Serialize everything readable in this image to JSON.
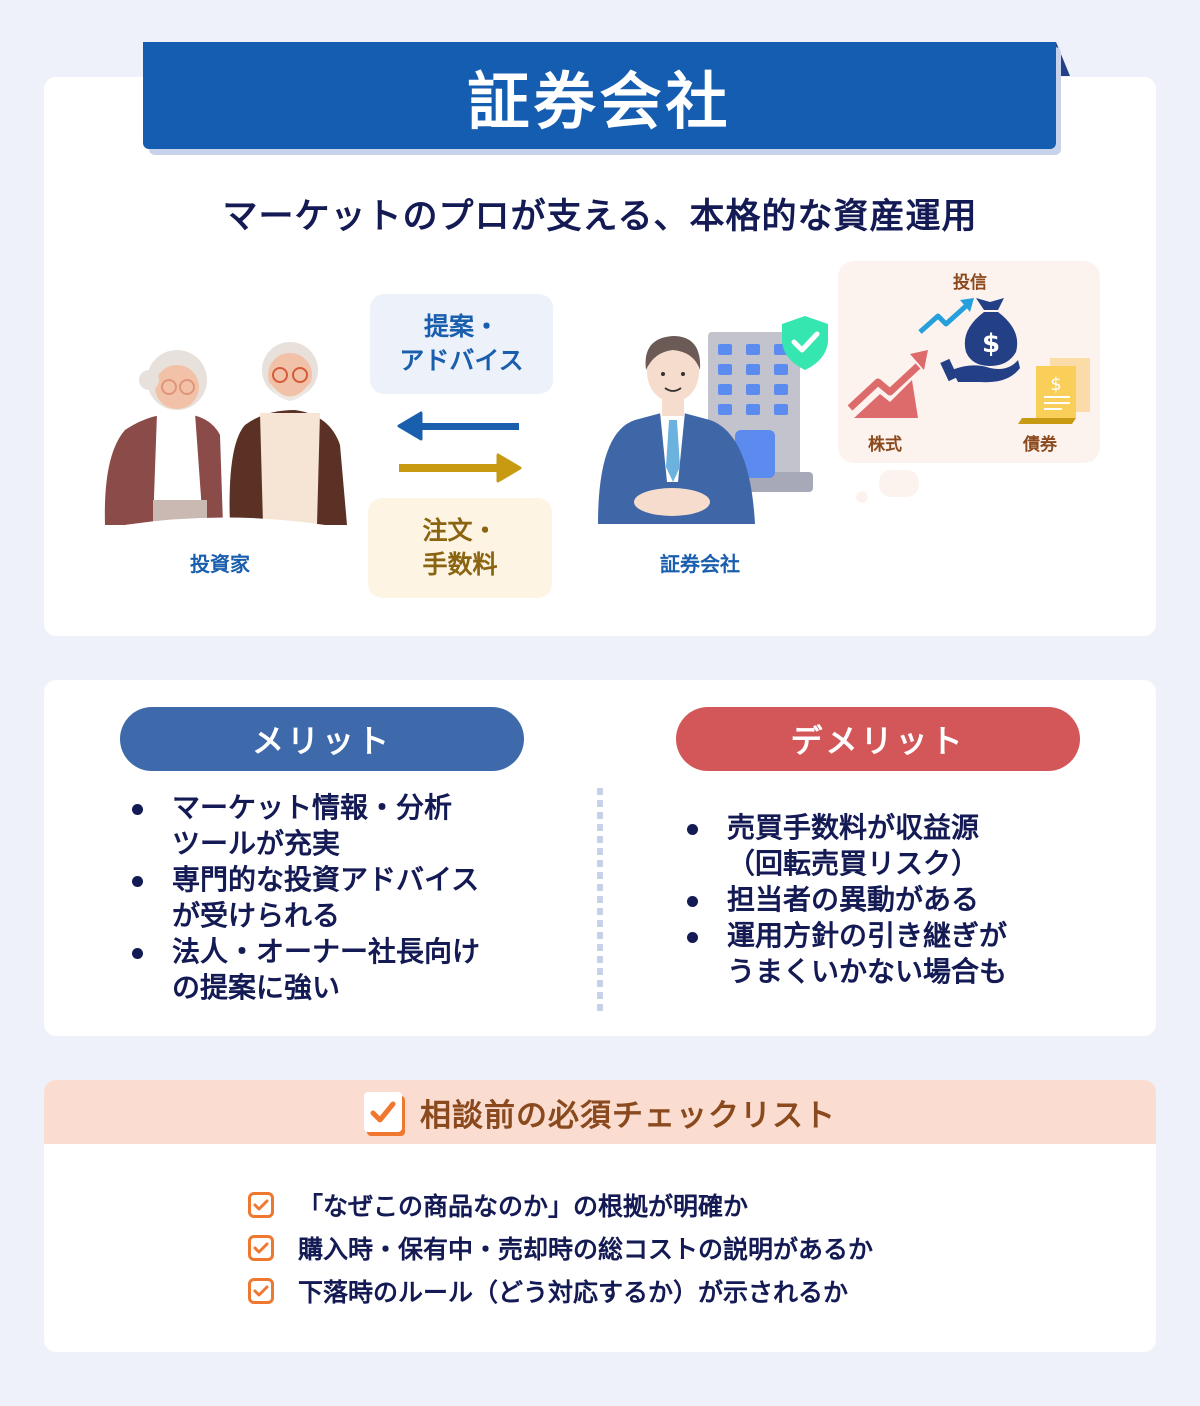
{
  "header": {
    "title": "証券会社",
    "subtitle": "マーケットのプロが支える、本格的な資産運用"
  },
  "diagram": {
    "investor_label": "投資家",
    "firm_label": "証券会社",
    "advice_box": {
      "line1": "提案・",
      "line2": "アドバイス"
    },
    "order_box": {
      "line1": "注文・",
      "line2": "手数料"
    },
    "arrow_left_color": "#1a5fae",
    "arrow_right_color": "#c79a12",
    "assets": {
      "fund": "投信",
      "stocks": "株式",
      "bonds": "債券"
    }
  },
  "merits": {
    "title": "メリット",
    "color": "#3e6aab",
    "items": [
      "マーケット情報・分析ツールが充実",
      "専門的な投資アドバイスが受けられる",
      "法人・オーナー社長向けの提案に強い"
    ],
    "items_display": [
      [
        "マーケット情報・分析",
        "ツールが充実"
      ],
      [
        "専門的な投資アドバイス",
        "が受けられる"
      ],
      [
        "法人・オーナー社長向け",
        "の提案に強い"
      ]
    ]
  },
  "demerits": {
    "title": "デメリット",
    "color": "#d35758",
    "items_display": [
      [
        "売買手数料が収益源",
        "（回転売買リスク）"
      ],
      [
        "担当者の異動がある"
      ],
      [
        "運用方針の引き継ぎが",
        "うまくいかない場合も"
      ]
    ]
  },
  "checklist": {
    "title": "相談前の必須チェックリスト",
    "accent": "#f0772f",
    "items": [
      "「なぜこの商品なのか」の根拠が明確か",
      "購入時・保有中・売却時の総コストの説明があるか",
      "下落時のルール（どう対応するか）が示されるか"
    ]
  }
}
